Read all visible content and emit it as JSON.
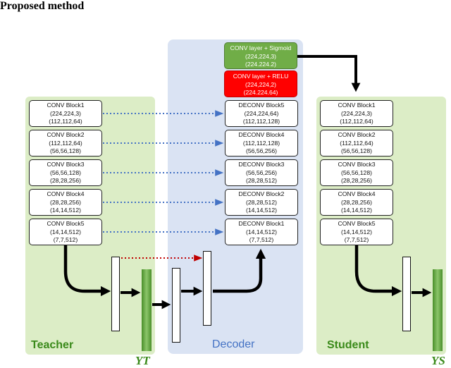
{
  "title": "Proposed method",
  "teacher": {
    "label": "Teacher",
    "output": "YT",
    "blocks": [
      {
        "name": "CONV Block1",
        "l1": "(224,224,3)",
        "l2": "(112,112,64)"
      },
      {
        "name": "CONV Block2",
        "l1": "(112,112,64)",
        "l2": "(56,56,128)"
      },
      {
        "name": "CONV Block3",
        "l1": "(56,56,128)",
        "l2": "(28,28,256)"
      },
      {
        "name": "CONV Block4",
        "l1": "(28,28,256)",
        "l2": "(14,14,512)"
      },
      {
        "name": "CONV Block5",
        "l1": "(14,14,512)",
        "l2": "(7,7,512)"
      }
    ]
  },
  "decoder": {
    "label": "Decoder",
    "top_green": {
      "name": "CONV layer + Sigmoid",
      "l1": "(224,224,3)",
      "l2": "(224.224.2)"
    },
    "top_red": {
      "name": "CONV layer + RELU",
      "l1": "(224,224,2)",
      "l2": "(224.224.64)"
    },
    "blocks": [
      {
        "name": "DECONV Block5",
        "l1": "(224,224,64)",
        "l2": "(112,112,128)"
      },
      {
        "name": "DECONV Block4",
        "l1": "(112,112,128)",
        "l2": "(56,56,256)"
      },
      {
        "name": "DECONV Block3",
        "l1": "(56,56,256)",
        "l2": "(28,28,512)"
      },
      {
        "name": "DECONV Block2",
        "l1": "(28,28,512)",
        "l2": "(14,14,512)"
      },
      {
        "name": "DECONV Block1",
        "l1": "(14,14,512)",
        "l2": "(7,7,512)"
      }
    ]
  },
  "student": {
    "label": "Student",
    "output": "YS",
    "blocks": [
      {
        "name": "CONV Block1",
        "l1": "(224,224,3)",
        "l2": "(112,112,64)"
      },
      {
        "name": "CONV Block2",
        "l1": "(112,112,64)",
        "l2": "(56,56,128)"
      },
      {
        "name": "CONV Block3",
        "l1": "(56,56,128)",
        "l2": "(28,28,256)"
      },
      {
        "name": "CONV Block4",
        "l1": "(28,28,256)",
        "l2": "(14,14,512)"
      },
      {
        "name": "CONV Block5",
        "l1": "(14,14,512)",
        "l2": "(7,7,512)"
      }
    ]
  },
  "colors": {
    "panel_green": "#dcedc6",
    "panel_blue": "#dae3f3",
    "sigmoid_green": "#70ad47",
    "relu_red": "#ff0000",
    "skip_blue": "#4472c4",
    "skip_red": "#c00000",
    "label_green": "#3a8a1a",
    "label_blue": "#4472c4"
  }
}
